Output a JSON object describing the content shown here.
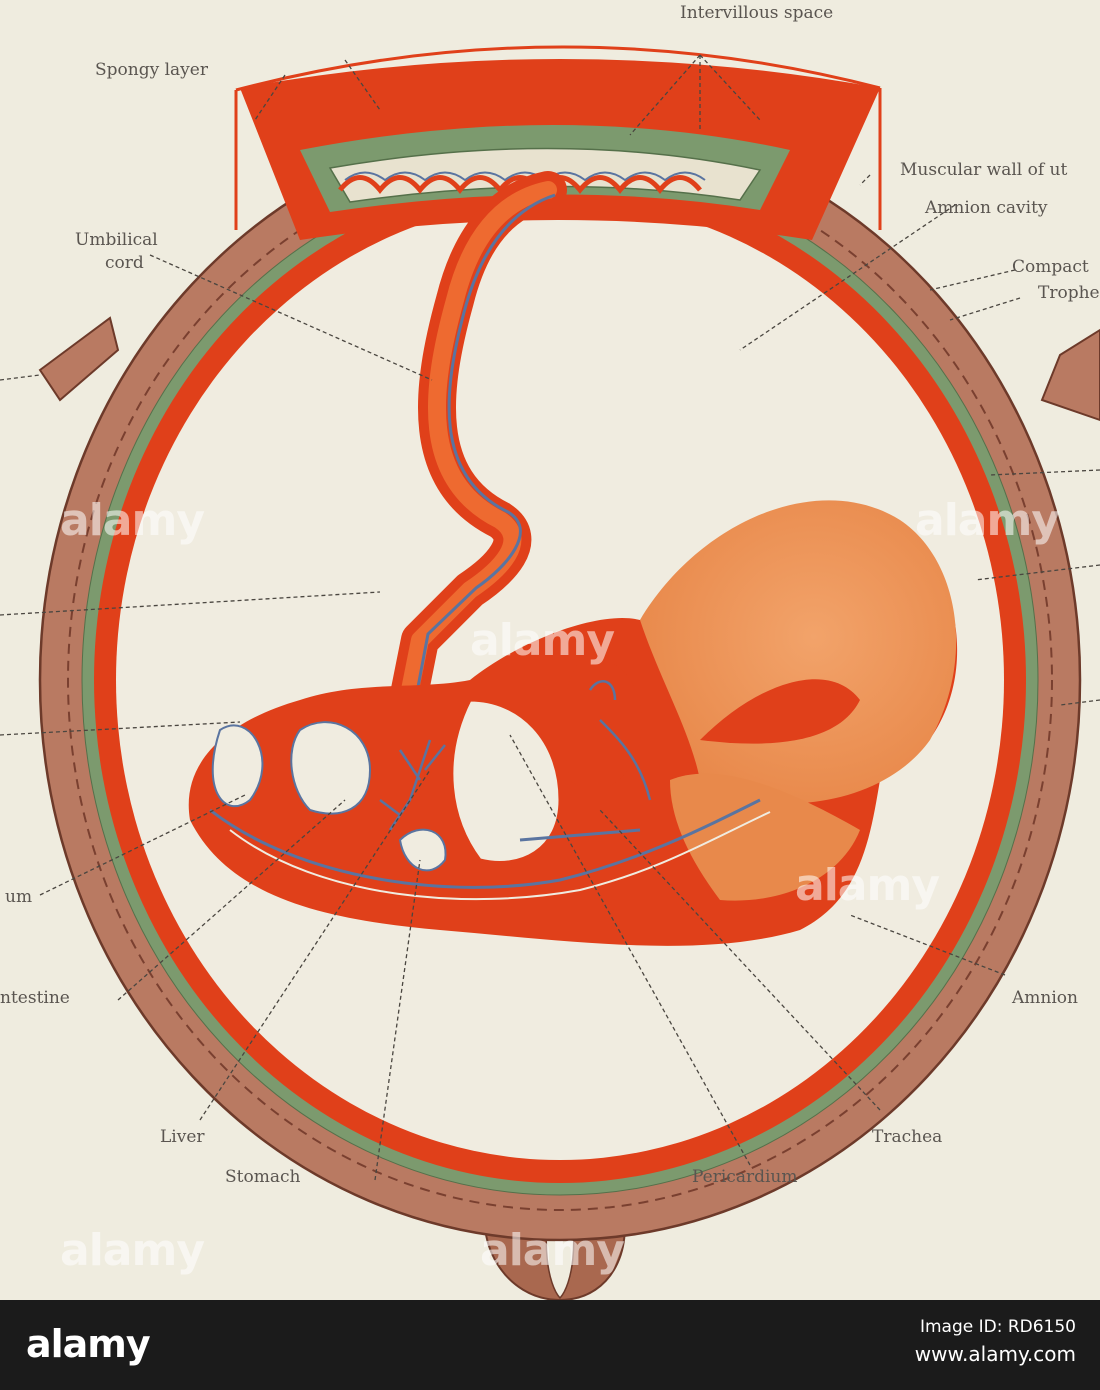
{
  "labels": {
    "intervillous_space": "Intervillous space",
    "spongy_layer": "Spongy layer",
    "muscular_wall": "Muscular wall of ut",
    "umbilical_cord": [
      "Umbilical",
      "cord"
    ],
    "amnion_cavity": "Amnion cavity",
    "compact": "Compact",
    "trophe": "Trophe",
    "um": "um",
    "intestine": "ntestine",
    "amnion": "Amnion",
    "liver": "Liver",
    "trachea": "Trachea",
    "stomach": "Stomach",
    "pericardium": "Pericardium"
  },
  "watermark": {
    "text": "alamy"
  },
  "footer": {
    "logo": "alamy",
    "image_id": "Image ID: RD6150",
    "url": "www.alamy.com"
  },
  "colors": {
    "background": "#efecdf",
    "uterine_wall": "#b97a62",
    "chorion_green": "#7c9a6e",
    "amnion_red": "#e0401a",
    "embryo_orange": "#e06a2c",
    "vessel_blue": "#5a74a0",
    "footer": "#1b1b1b"
  }
}
